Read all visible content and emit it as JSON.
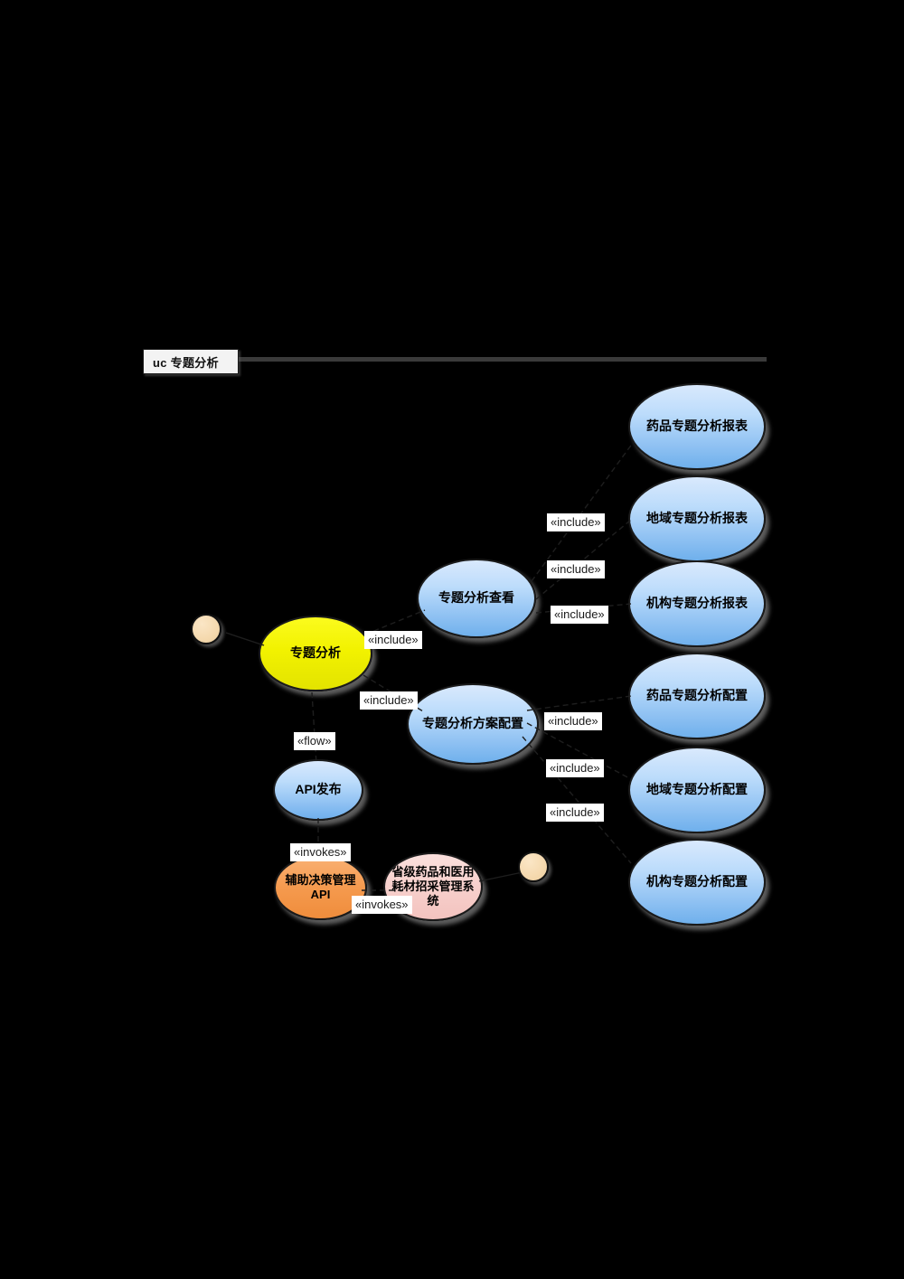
{
  "frame": {
    "tab_label": "uc 专题分析",
    "kind": "uc"
  },
  "actors": [
    {
      "name": "actor-primary",
      "label": ""
    },
    {
      "name": "actor-secondary",
      "label": ""
    }
  ],
  "use_cases": {
    "primary": {
      "label": "专题分析",
      "color": "#f2f200"
    },
    "view": {
      "label": "专题分析查看",
      "color": "#8dc0f2"
    },
    "scheme_config": {
      "label": "专题分析方案配置",
      "color": "#8dc0f2"
    },
    "api_publish": {
      "label": "API发布",
      "color": "#8dc0f2"
    },
    "decision_api": {
      "label": "辅助决策管理API",
      "color": "#f59a4e"
    },
    "procurement_system": {
      "label": "省级药品和医用耗材招采管理系统",
      "color": "#f7d0cc"
    },
    "reports": [
      {
        "label": "药品专题分析报表"
      },
      {
        "label": "地域专题分析报表"
      },
      {
        "label": "机构专题分析报表"
      }
    ],
    "configs": [
      {
        "label": "药品专题分析配置"
      },
      {
        "label": "地域专题分析配置"
      },
      {
        "label": "机构专题分析配置"
      }
    ]
  },
  "relationships": {
    "include_label": "«include»",
    "flow_label": "«flow»",
    "invokes_label": "«invokes»",
    "include_view": "«include»",
    "include_scheme": "«include»",
    "include_report_1": "«include»",
    "include_report_2": "«include»",
    "include_report_3": "«include»",
    "include_config_1": "«include»",
    "include_config_2": "«include»",
    "include_config_3": "«include»",
    "flow_api": "«flow»",
    "invokes_decision": "«invokes»",
    "invokes_system": "«invokes»"
  }
}
